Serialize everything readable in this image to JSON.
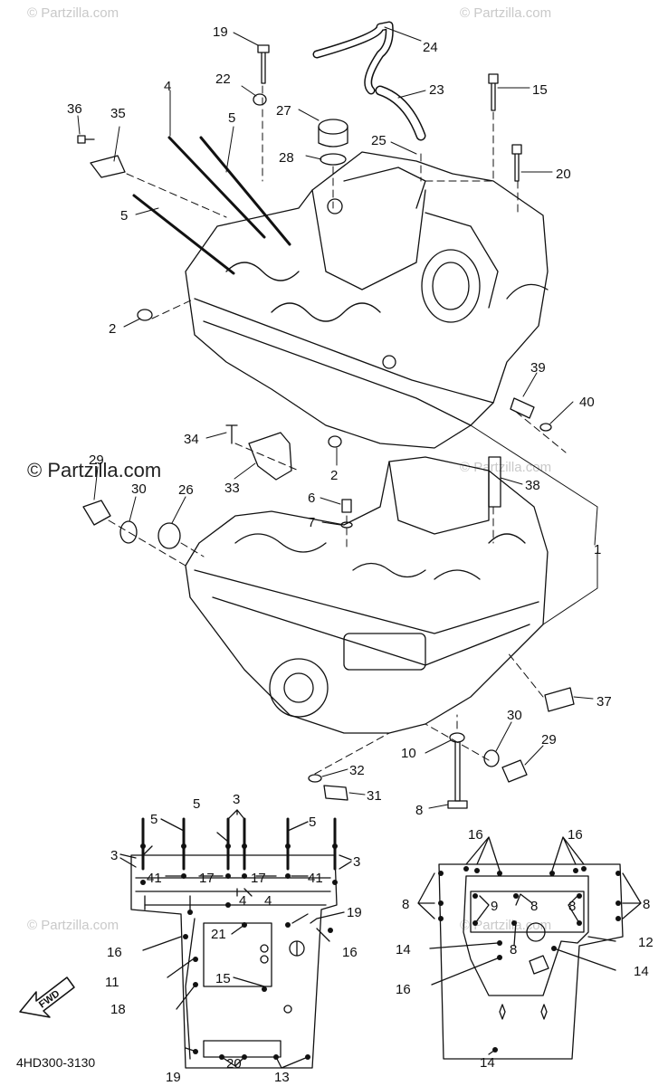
{
  "watermark": {
    "small": "© Partzilla.com",
    "large": "© Partzilla.com"
  },
  "diagram_code": "4HD300-3130",
  "fwd_label": "FWD",
  "callouts": [
    {
      "text": "19"
    },
    {
      "text": "24"
    },
    {
      "text": "22"
    },
    {
      "text": "23"
    },
    {
      "text": "15"
    },
    {
      "text": "4"
    },
    {
      "text": "27"
    },
    {
      "text": "36"
    },
    {
      "text": "35"
    },
    {
      "text": "5"
    },
    {
      "text": "25"
    },
    {
      "text": "28"
    },
    {
      "text": "20"
    },
    {
      "text": "5"
    },
    {
      "text": "2"
    },
    {
      "text": "39"
    },
    {
      "text": "40"
    },
    {
      "text": "34"
    },
    {
      "text": "2"
    },
    {
      "text": "33"
    },
    {
      "text": "38"
    },
    {
      "text": "29"
    },
    {
      "text": "30"
    },
    {
      "text": "26"
    },
    {
      "text": "6"
    },
    {
      "text": "7"
    },
    {
      "text": "1"
    },
    {
      "text": "37"
    },
    {
      "text": "30"
    },
    {
      "text": "29"
    },
    {
      "text": "10"
    },
    {
      "text": "32"
    },
    {
      "text": "31"
    },
    {
      "text": "8"
    },
    {
      "text": "3"
    },
    {
      "text": "5"
    },
    {
      "text": "5"
    },
    {
      "text": "5"
    },
    {
      "text": "3"
    },
    {
      "text": "3"
    },
    {
      "text": "41"
    },
    {
      "text": "17"
    },
    {
      "text": "17"
    },
    {
      "text": "41"
    },
    {
      "text": "4"
    },
    {
      "text": "4"
    },
    {
      "text": "19"
    },
    {
      "text": "21"
    },
    {
      "text": "16"
    },
    {
      "text": "16"
    },
    {
      "text": "11"
    },
    {
      "text": "15"
    },
    {
      "text": "18"
    },
    {
      "text": "19"
    },
    {
      "text": "20"
    },
    {
      "text": "13"
    },
    {
      "text": "16"
    },
    {
      "text": "16"
    },
    {
      "text": "8"
    },
    {
      "text": "8"
    },
    {
      "text": "9"
    },
    {
      "text": "8"
    },
    {
      "text": "8"
    },
    {
      "text": "8"
    },
    {
      "text": "12"
    },
    {
      "text": "14"
    },
    {
      "text": "14"
    },
    {
      "text": "16"
    },
    {
      "text": "14"
    }
  ]
}
